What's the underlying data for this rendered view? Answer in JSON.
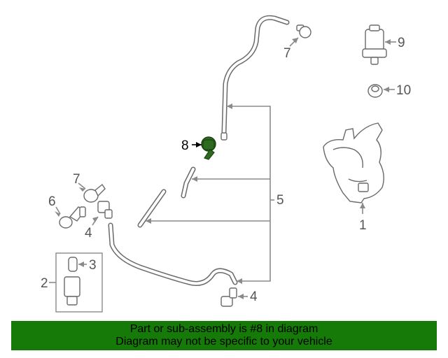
{
  "labels": {
    "one": "1",
    "two": "2",
    "three": "3",
    "four_a": "4",
    "four_b": "4",
    "five": "5",
    "six": "6",
    "seven_a": "7",
    "seven_b": "7",
    "eight": "8",
    "nine": "9",
    "ten": "10"
  },
  "banner": {
    "line1": "Part or sub-assembly is #8 in diagram",
    "line2": "Diagram may not be specific to your vehicle"
  },
  "colors": {
    "highlight_part": "#2e6b1f",
    "banner_bg": "#157a07"
  }
}
